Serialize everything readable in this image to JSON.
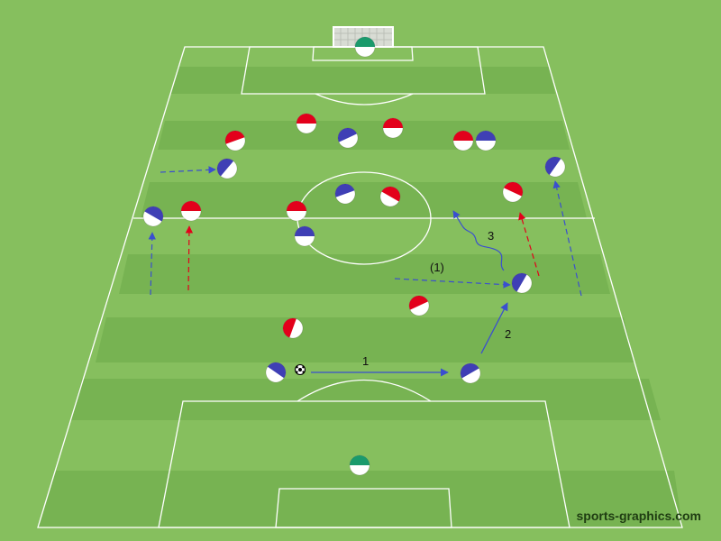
{
  "watermark": "sports-graphics.com",
  "colors": {
    "grass_light": "#86bf5e",
    "grass_dark": "#77b352",
    "lines": "#ffffff",
    "red": "#e3001b",
    "blue": "#3f3fb5",
    "green": "#1a9a6c",
    "arrow_blue": "#3a4fcf",
    "arrow_red": "#e3001b"
  },
  "labels": {
    "pass_1": "1",
    "pass_2": "2",
    "run_3": "3",
    "run_alt": "(1)"
  },
  "icons": {
    "ball": "soccer-ball-icon",
    "goal": "goal-net-icon"
  },
  "players": {
    "red_team": "red-white player marker",
    "blue_team": "blue-white player marker",
    "goalkeepers": "green-white player marker"
  }
}
